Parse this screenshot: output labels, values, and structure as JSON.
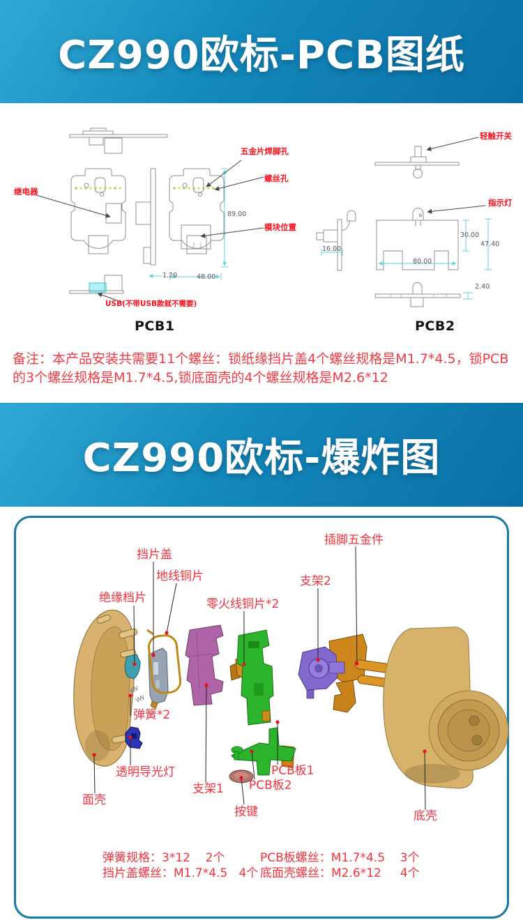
{
  "headers": {
    "pcb_title": "CZ990欧标-PCB图纸",
    "exploded_title": "CZ990欧标-爆炸图"
  },
  "pcb": {
    "caption1": "PCB1",
    "caption2": "PCB2",
    "labels": {
      "relay": "继电器",
      "solder_holes": "五金片焊脚孔",
      "screw_hole": "螺丝孔",
      "module_pos": "模块位置",
      "usb": "USB(不带USB款就不需要)",
      "tact_switch": "轻触开关",
      "indicator": "指示灯"
    },
    "dims": {
      "h89": "89.00",
      "w48": "48.00",
      "t12": "1.20",
      "w16": "16.00",
      "h30": "30.00",
      "h47": "47.40",
      "w80": "80.00",
      "t24": "2.40"
    },
    "note": "备注：本产品安装共需要11个螺丝：锁纸缘挡片盖4个螺丝规格是M1.7*4.5，锁PCB的3个螺丝规格是M1.7*4.5,锁底面壳的4个螺丝规格是M2.6*12"
  },
  "exploded": {
    "labels": {
      "pin_hardware": "插脚五金件",
      "baffle_cover": "挡片盖",
      "ground_copper": "地线铜片",
      "bracket2": "支架2",
      "insulation": "绝缘档片",
      "nl_copper": "零火线铜片*2",
      "springs": "弹簧*2",
      "light_guide": "透明导光灯",
      "bracket1": "支架1",
      "pcb_board1": "PCB板1",
      "pcb_board2": "PCB板2",
      "face_shell": "面壳",
      "button": "按键",
      "bottom_shell": "底壳"
    },
    "specs": [
      "弹簧规格：3*12    2个",
      "挡片盖螺丝：M1.7*4.5   4个",
      "PCB板螺丝：M1.7*4.5    3个",
      "底面壳螺丝：M2.6*12     4个"
    ]
  },
  "colors": {
    "header_gradient_start": "#2fa9d4",
    "header_gradient_end": "#0a70a6",
    "pcb_label_red": "#fb0f1b",
    "exploded_label_red": "#f2333e",
    "note_red": "#ef3a44",
    "dim_cyan": "#5fd3e6",
    "box_border_blue": "#1879a5",
    "shell_tan": "#d8b26e",
    "pcb_green": "#2cb42c",
    "copper_orange": "#d0871c",
    "bracket1_purple": "#b064a8",
    "bracket2_purple": "#8268cf",
    "baffle_gray": "#97a2b2",
    "insulation_teal": "#3f9fae",
    "light_guide_blue": "#2b35b5",
    "wire_gold": "#bd8a15"
  }
}
